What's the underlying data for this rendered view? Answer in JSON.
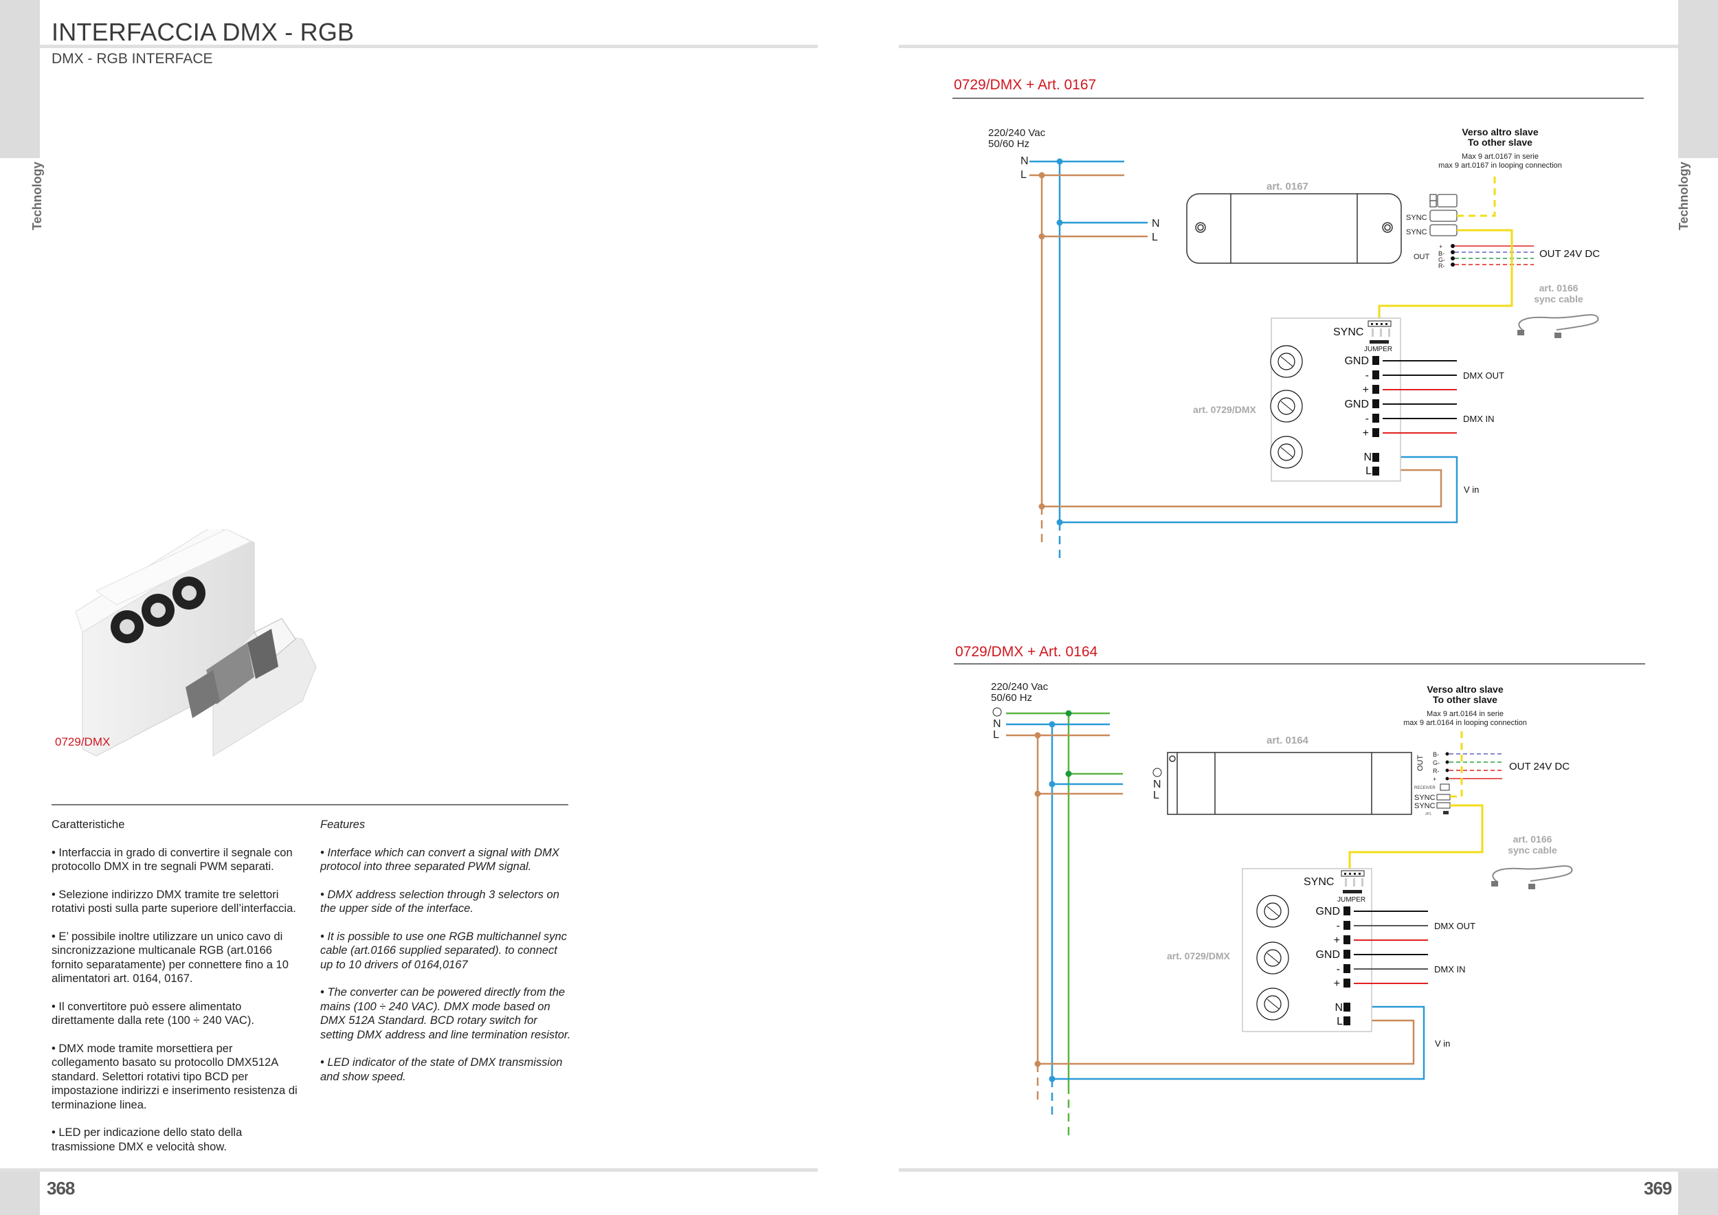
{
  "left_page": {
    "title": "INTERFACCIA DMX - RGB",
    "subtitle": "DMX - RGB INTERFACE",
    "side_label": "Technology",
    "product_label": "0729/DMX",
    "page_number": "368",
    "features_it": {
      "heading": "Caratteristiche",
      "items": [
        "• Interfaccia in grado di convertire il segnale con protocollo DMX in tre segnali PWM separati.",
        "• Selezione indirizzo DMX tramite tre selettori rotativi posti sulla parte superiore dell’interfaccia.",
        "• E’ possibile inoltre utilizzare un unico cavo di sincronizzazione multicanale RGB (art.0166 fornito separatamente) per connettere fino a 10 alimentatori art. 0164, 0167.",
        "• Il convertitore può essere alimentato direttamente dalla rete (100 ÷ 240 VAC).",
        "• DMX mode tramite morsettiera per collegamento basato su protocollo DMX512A standard. Selettori rotativi tipo BCD per impostazione indirizzi e inserimento resistenza di terminazione linea.",
        "• LED per indicazione dello stato della trasmissione DMX e velocità show."
      ]
    },
    "features_en": {
      "heading": "Features",
      "items": [
        "• Interface which can convert a signal with DMX protocol into three separated PWM signal.",
        "• DMX address selection through 3 selectors on the upper side of the interface.",
        "• It is possible to use one RGB multichannel sync cable (art.0166 supplied separated). to connect up to 10 drivers of 0164,0167",
        "• The converter can be powered directly from the mains (100 ÷ 240 VAC). DMX mode based on DMX 512A Standard. BCD rotary switch for setting DMX address and line termination resistor.",
        "• LED indicator of the state of DMX transmission and show speed."
      ]
    }
  },
  "right_page": {
    "side_label": "Technology",
    "page_number": "369",
    "diagrams": [
      {
        "title": "0729/DMX + Art. 0167",
        "supply": [
          "220/240 Vac",
          "50/60 Hz"
        ],
        "mains_labels": [
          "N",
          "L"
        ],
        "driver_label": "art. 0167",
        "driver_input_labels": [
          "N",
          "L"
        ],
        "slave_title": [
          "Verso altro slave",
          "To other slave"
        ],
        "slave_note": [
          "Max 9 art.0167  in serie",
          "max 9 art.0167  in looping connection"
        ],
        "sync_labels": [
          "SYNC",
          "SYNC"
        ],
        "out_label": "OUT",
        "out_pins": [
          "+",
          "B-",
          "G-",
          "R-"
        ],
        "out_text": "OUT 24V DC",
        "cable_label": [
          "art. 0166",
          "sync cable"
        ],
        "interface_label": "art. 0729/DMX",
        "interface_terminals": [
          "GND",
          "-",
          "+",
          "GND",
          "-",
          "+",
          "N",
          "L"
        ],
        "sync_header": "SYNC",
        "jumper_label": "JUMPER",
        "dmx_out": "DMX OUT",
        "dmx_in": "DMX IN",
        "vin": "V in"
      },
      {
        "title": "0729/DMX + Art. 0164",
        "supply": [
          "220/240 Vac",
          "50/60 Hz"
        ],
        "mains_labels": [
          "⏚",
          "N",
          "L"
        ],
        "driver_label": "art. 0164",
        "driver_input_labels": [
          "⏚",
          "N",
          "L"
        ],
        "slave_title": [
          "Verso altro slave",
          "To other slave"
        ],
        "slave_note": [
          "Max 9 art.0164  in serie",
          "max 9 art.0164  in looping connection"
        ],
        "receiver_label": "RECEIVER",
        "sync_labels": [
          "SYNC",
          "SYNC"
        ],
        "jp_label": "JP1",
        "out_label": "OUT",
        "out_pins": [
          "B-",
          "G-",
          "R-",
          "+"
        ],
        "out_text": "OUT 24V DC",
        "cable_label": [
          "art. 0166",
          "sync cable"
        ],
        "interface_label": "art. 0729/DMX",
        "interface_terminals": [
          "GND",
          "-",
          "+",
          "GND",
          "-",
          "+",
          "N",
          "L"
        ],
        "sync_header": "SYNC",
        "jumper_label": "JUMPER",
        "dmx_out": "DMX OUT",
        "dmx_in": "DMX IN",
        "vin": "V in"
      }
    ]
  },
  "colors": {
    "accent_red": "#d0161f",
    "wire_blue": "#2a9bd6",
    "wire_brown": "#c98a5a",
    "wire_green": "#5ab540",
    "wire_yellow": "#f2dc1a",
    "wire_red": "#e02020",
    "label_grey": "#a8a8a8"
  }
}
